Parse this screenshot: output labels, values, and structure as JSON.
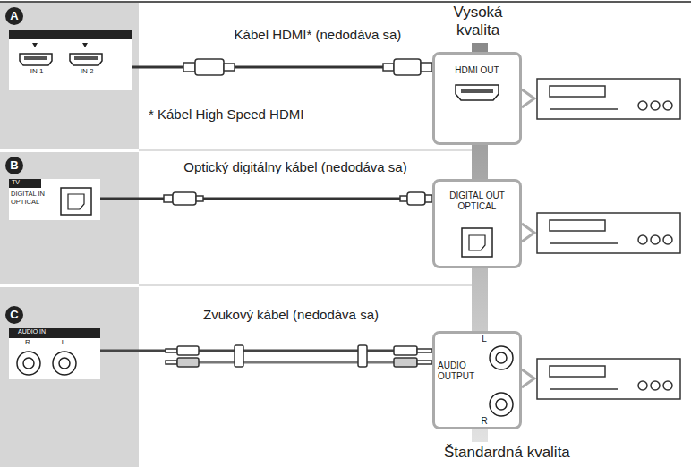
{
  "diagram": {
    "nodes": [
      {
        "text": [
          "IN 1",
          "IN 2"
        ]
      },
      {
        "text": [
          "HDMI OUT"
        ]
      },
      {
        "text": [
          "TV",
          "DIGITAL IN OPTICAL"
        ]
      },
      {
        "text": [
          "DIGITAL OUT OPTICAL"
        ]
      },
      {
        "text": [
          "AUDIO IN",
          "R",
          "L"
        ]
      },
      {
        "text": [
          "L",
          "AUDIO OUTPUT",
          "R"
        ]
      }
    ],
    "edges": [
      {
        "from": 0,
        "to": 1,
        "arrow": "none",
        "label": "Kábel HDMI* (nedodáva sa)"
      },
      {
        "from": 2,
        "to": 3,
        "arrow": "none",
        "label": "Optický digitálny kábel (nedodáva sa)"
      },
      {
        "from": 4,
        "to": 5,
        "arrow": "none",
        "label": "Zvukový kábel (nedodáva sa)"
      }
    ],
    "labels": [
      "A",
      "B",
      "C",
      "* Kábel High Speed HDMI",
      "Vysoká kvalita",
      "Štandardná kvalita"
    ]
  }
}
